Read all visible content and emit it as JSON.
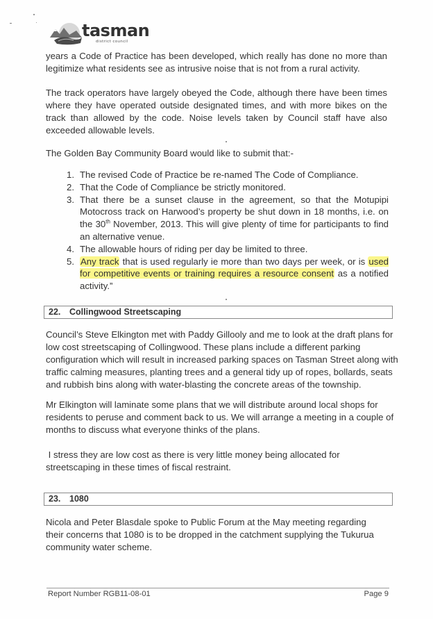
{
  "header": {
    "logo_word": "tasman",
    "logo_sub": "district council"
  },
  "intro": {
    "paragraph_1": "years a Code of Practice has been developed, which really has done no more than legitimize what residents see as intrusive noise that is not from a rural activity.",
    "paragraph_2": "The track operators have largely obeyed the Code, although there have been times where they have operated outside designated times, and with more bikes on the track than allowed by the code. Noise levels taken by Council staff have also exceeded allowable levels.",
    "paragraph_3": "The Golden Bay Community Board would like to submit that:-"
  },
  "submissions": [
    {
      "num": "1.",
      "text": "The revised Code of Practice be re-named The Code of Compliance."
    },
    {
      "num": "2.",
      "text": "That the Code of Compliance be strictly monitored."
    },
    {
      "num": "3.",
      "text_a": "That there be a sunset clause in the agreement, so that the Motupipi Motocross track on Harwood’s property be shut down in 18 months, i.e. on the 30",
      "sup": "th",
      "text_b": " November, 2013. This will give plenty of time for participants to find an alternative venue."
    },
    {
      "num": "4.",
      "text": "The allowable hours of riding per day be limited to three."
    },
    {
      "num": "5.",
      "hl_1": "Any track",
      "text_1": " that is used regularly ie more than two days per week, or is ",
      "hl_2": "used for competitive events or training requires a resource consent",
      "text_2": " as a notified activity.”"
    }
  ],
  "section_22": {
    "number": "22.",
    "title": "Collingwood Streetscaping",
    "paragraph_1": "Council’s Steve Elkington met with Paddy Gillooly and me to look at the draft plans for low cost streetscaping of Collingwood. These plans include a different parking configuration which will result in increased parking spaces on Tasman Street  along with traffic calming measures, planting trees  and a general tidy up of ropes, bollards, seats and rubbish bins along with water-blasting the concrete areas of the township.",
    "paragraph_2": "Mr Elkington will laminate some plans that we will distribute around local shops for residents to peruse and comment back to us.  We will arrange a meeting in a couple of months to discuss what everyone thinks of the plans.",
    "paragraph_3": " I stress they are low cost as there is very little money being allocated for streetscaping in these times of fiscal restraint."
  },
  "section_23": {
    "number": "23.",
    "title": "1080",
    "paragraph_1": "Nicola and Peter Blasdale spoke to Public Forum at the May meeting regarding their concerns that 1080 is to be dropped in the catchment supplying the Tukurua community water scheme."
  },
  "footer": {
    "report_number": "Report Number RGB11-08-01",
    "page": "Page 9"
  },
  "colors": {
    "highlight": "#fbf68a",
    "text": "#333333",
    "box_border": "#8a8a8a"
  }
}
